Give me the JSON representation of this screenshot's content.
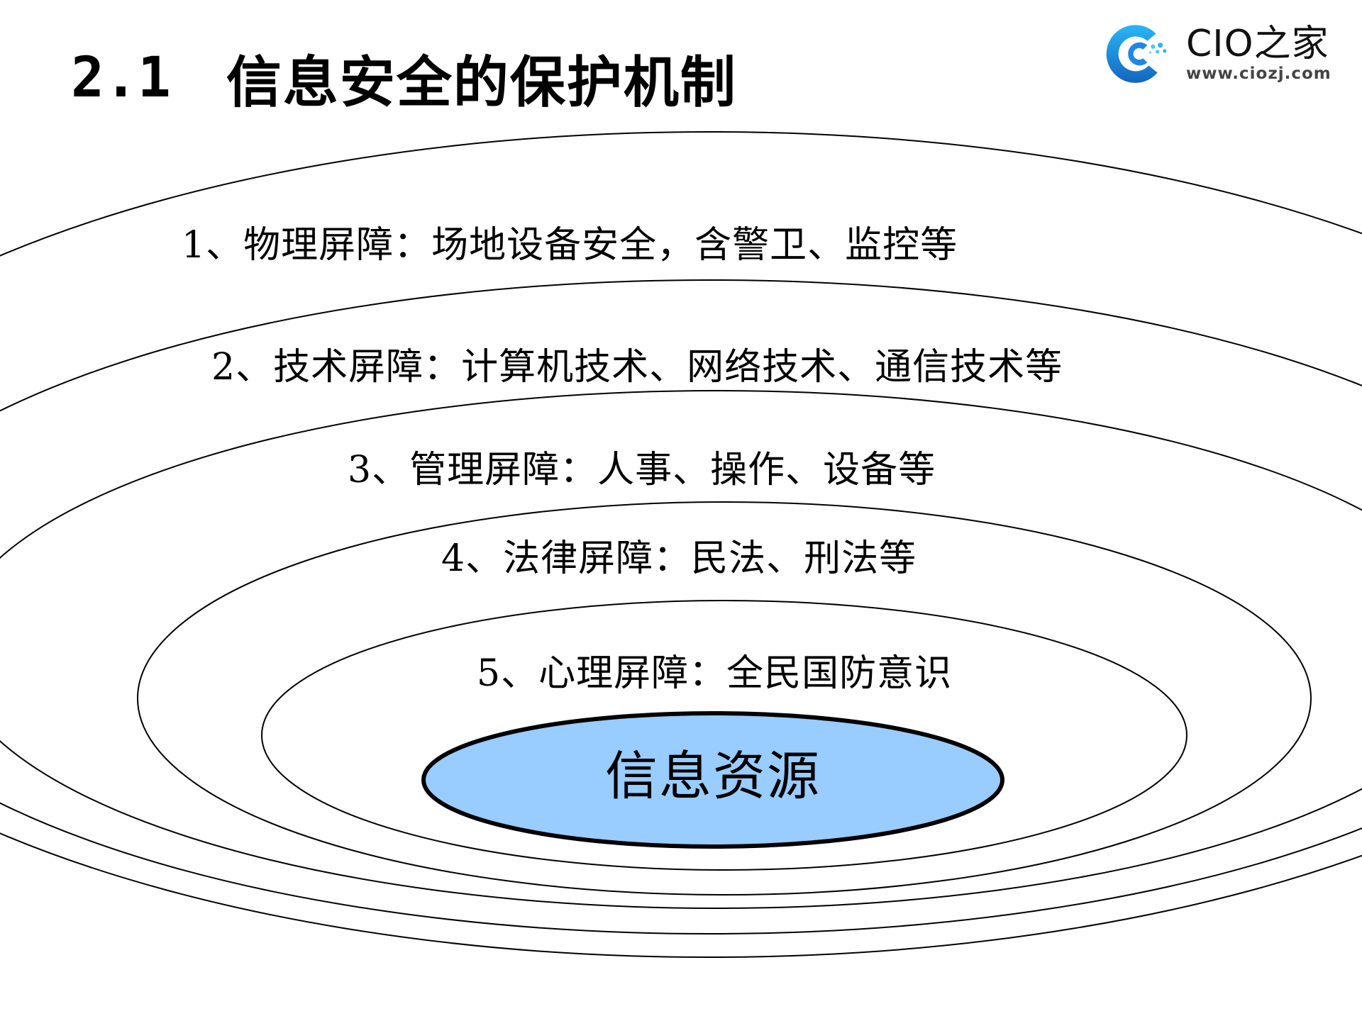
{
  "slide": {
    "title_number": "2.1",
    "title_text": "信息安全的保护机制"
  },
  "logo": {
    "name": "CIO之家",
    "url": "www.ciozj.com",
    "icon": "cio-logo-icon",
    "colors": {
      "primary": "#1E88E5",
      "light": "#29B6F6"
    }
  },
  "diagram": {
    "core": {
      "label": "信息资源",
      "fill": "#99CCFF",
      "stroke": "#000000"
    },
    "rings": [
      {
        "label": "1、物理屏障：场地设备安全，含警卫、监控等"
      },
      {
        "label": "2、技术屏障：计算机技术、网络技术、通信技术等"
      },
      {
        "label": "3、管理屏障：人事、操作、设备等"
      },
      {
        "label": "4、法律屏障：民法、刑法等"
      },
      {
        "label": "5、心理屏障：全民国防意识"
      }
    ],
    "ring_stroke": "#000000"
  }
}
